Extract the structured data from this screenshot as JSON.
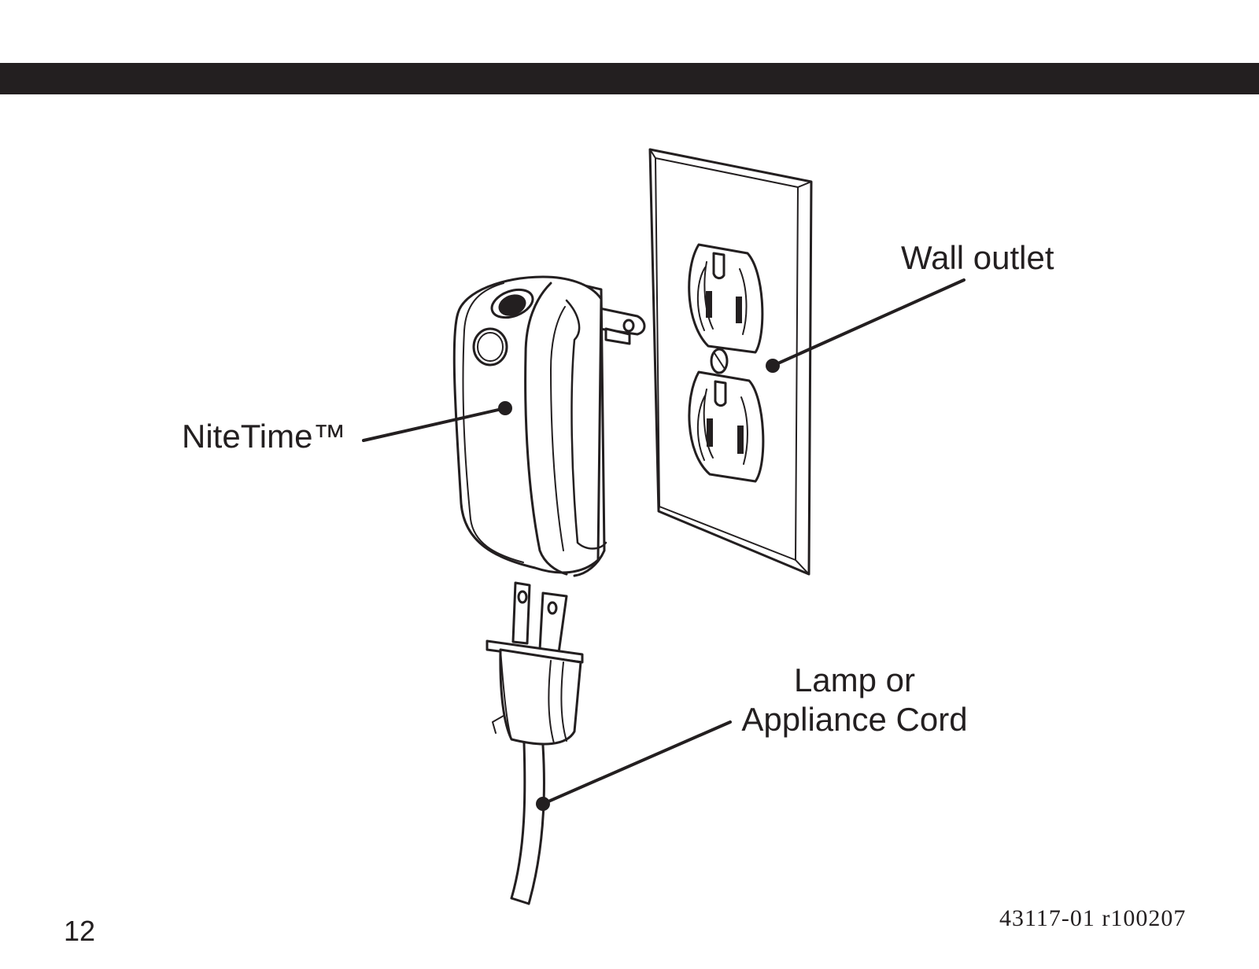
{
  "labels": {
    "wall_outlet": "Wall outlet",
    "nitetime": "NiteTime™",
    "cord_line1": "Lamp or",
    "cord_line2": "Appliance Cord"
  },
  "footer": {
    "page_number": "12",
    "doc_code": "43117-01  r100207"
  },
  "colors": {
    "ink": "#231f20",
    "background": "#ffffff"
  }
}
